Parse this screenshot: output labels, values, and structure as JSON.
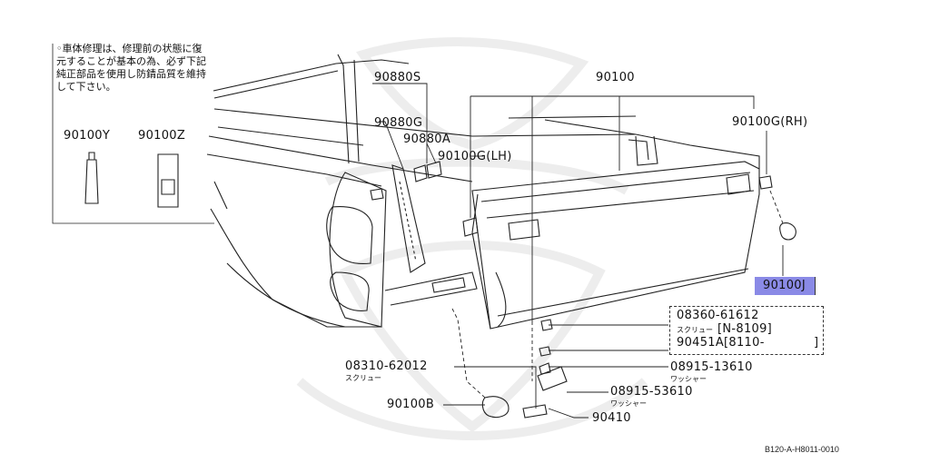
{
  "note": {
    "text": "◦車体修理は、修理前の状態に復元することが基本の為、必ず下記純正部品を使用し防錆品質を維持して下さい。",
    "part_a": "90100Y",
    "part_b": "90100Z"
  },
  "labels": {
    "p90880S": "90880S",
    "p90100": "90100",
    "p90880G": "90880G",
    "p90880A": "90880A",
    "p90100G_RH": "90100G(RH)",
    "p90100G_LH": "90100G(LH)",
    "p90100J": "90100J",
    "p08360": "08360-61612",
    "p08360_sub": "スクリュー",
    "p08360_range": "[N-8109]",
    "p90451A": "90451A[8110-",
    "p90451A_end": "]",
    "p08915_13610": "08915-13610",
    "p08915_13610_sub": "ワッシャー",
    "p08310": "08310-62012",
    "p08310_sub": "スクリュー",
    "p08915_53610": "08915-53610",
    "p08915_53610_sub": "ワッシャー",
    "p90100B": "90100B",
    "p90410": "90410"
  },
  "figure_code": "B120-A-H8011-0010",
  "colors": {
    "highlight": "#8a8ae6",
    "line": "#222222",
    "watermark": "#ececec"
  }
}
